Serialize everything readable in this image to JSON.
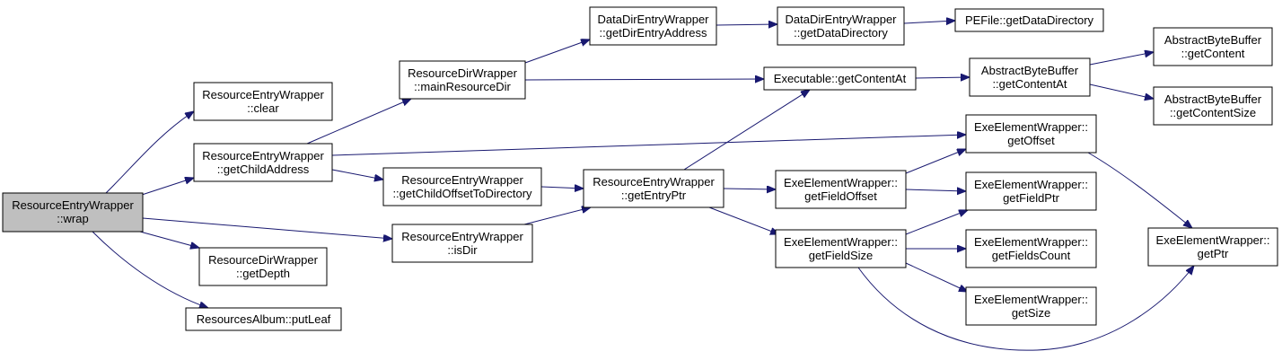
{
  "graph": {
    "nodes": [
      {
        "lines": [
          "ResourceEntryWrapper",
          "::wrap"
        ]
      },
      {
        "lines": [
          "ResourceEntryWrapper",
          "::clear"
        ]
      },
      {
        "lines": [
          "ResourceEntryWrapper",
          "::getChildAddress"
        ]
      },
      {
        "lines": [
          "ResourceDirWrapper",
          "::getDepth"
        ]
      },
      {
        "lines": [
          "ResourcesAlbum::putLeaf"
        ]
      },
      {
        "lines": [
          "ResourceDirWrapper",
          "::mainResourceDir"
        ]
      },
      {
        "lines": [
          "ResourceEntryWrapper",
          "::getChildOffsetToDirectory"
        ]
      },
      {
        "lines": [
          "ResourceEntryWrapper",
          "::isDir"
        ]
      },
      {
        "lines": [
          "DataDirEntryWrapper",
          "::getDirEntryAddress"
        ]
      },
      {
        "lines": [
          "DataDirEntryWrapper",
          "::getDataDirectory"
        ]
      },
      {
        "lines": [
          "PEFile::getDataDirectory"
        ]
      },
      {
        "lines": [
          "Executable::getContentAt"
        ]
      },
      {
        "lines": [
          "AbstractByteBuffer",
          "::getContentAt"
        ]
      },
      {
        "lines": [
          "AbstractByteBuffer",
          "::getContent"
        ]
      },
      {
        "lines": [
          "AbstractByteBuffer",
          "::getContentSize"
        ]
      },
      {
        "lines": [
          "ResourceEntryWrapper",
          "::getEntryPtr"
        ]
      },
      {
        "lines": [
          "ExeElementWrapper::",
          "getOffset"
        ]
      },
      {
        "lines": [
          "ExeElementWrapper::",
          "getFieldOffset"
        ]
      },
      {
        "lines": [
          "ExeElementWrapper::",
          "getFieldPtr"
        ]
      },
      {
        "lines": [
          "ExeElementWrapper::",
          "getFieldSize"
        ]
      },
      {
        "lines": [
          "ExeElementWrapper::",
          "getFieldsCount"
        ]
      },
      {
        "lines": [
          "ExeElementWrapper::",
          "getSize"
        ]
      },
      {
        "lines": [
          "ExeElementWrapper::",
          "getPtr"
        ]
      }
    ]
  },
  "colors": {
    "edge": "#191970",
    "highlighted_node_fill": "#bfbfbf",
    "node_fill": "#ffffff",
    "node_border": "#000000"
  }
}
